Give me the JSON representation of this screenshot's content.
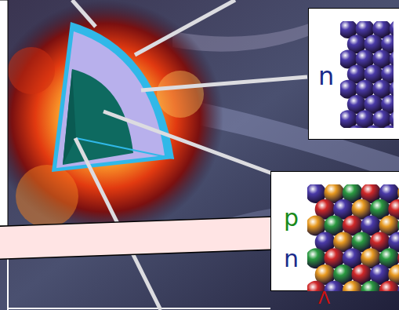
{
  "diagram": {
    "nodes": [
      {
        "text": [
          "n"
        ]
      },
      {
        "text": [
          "p",
          "n",
          "Λ"
        ]
      }
    ]
  }
}
